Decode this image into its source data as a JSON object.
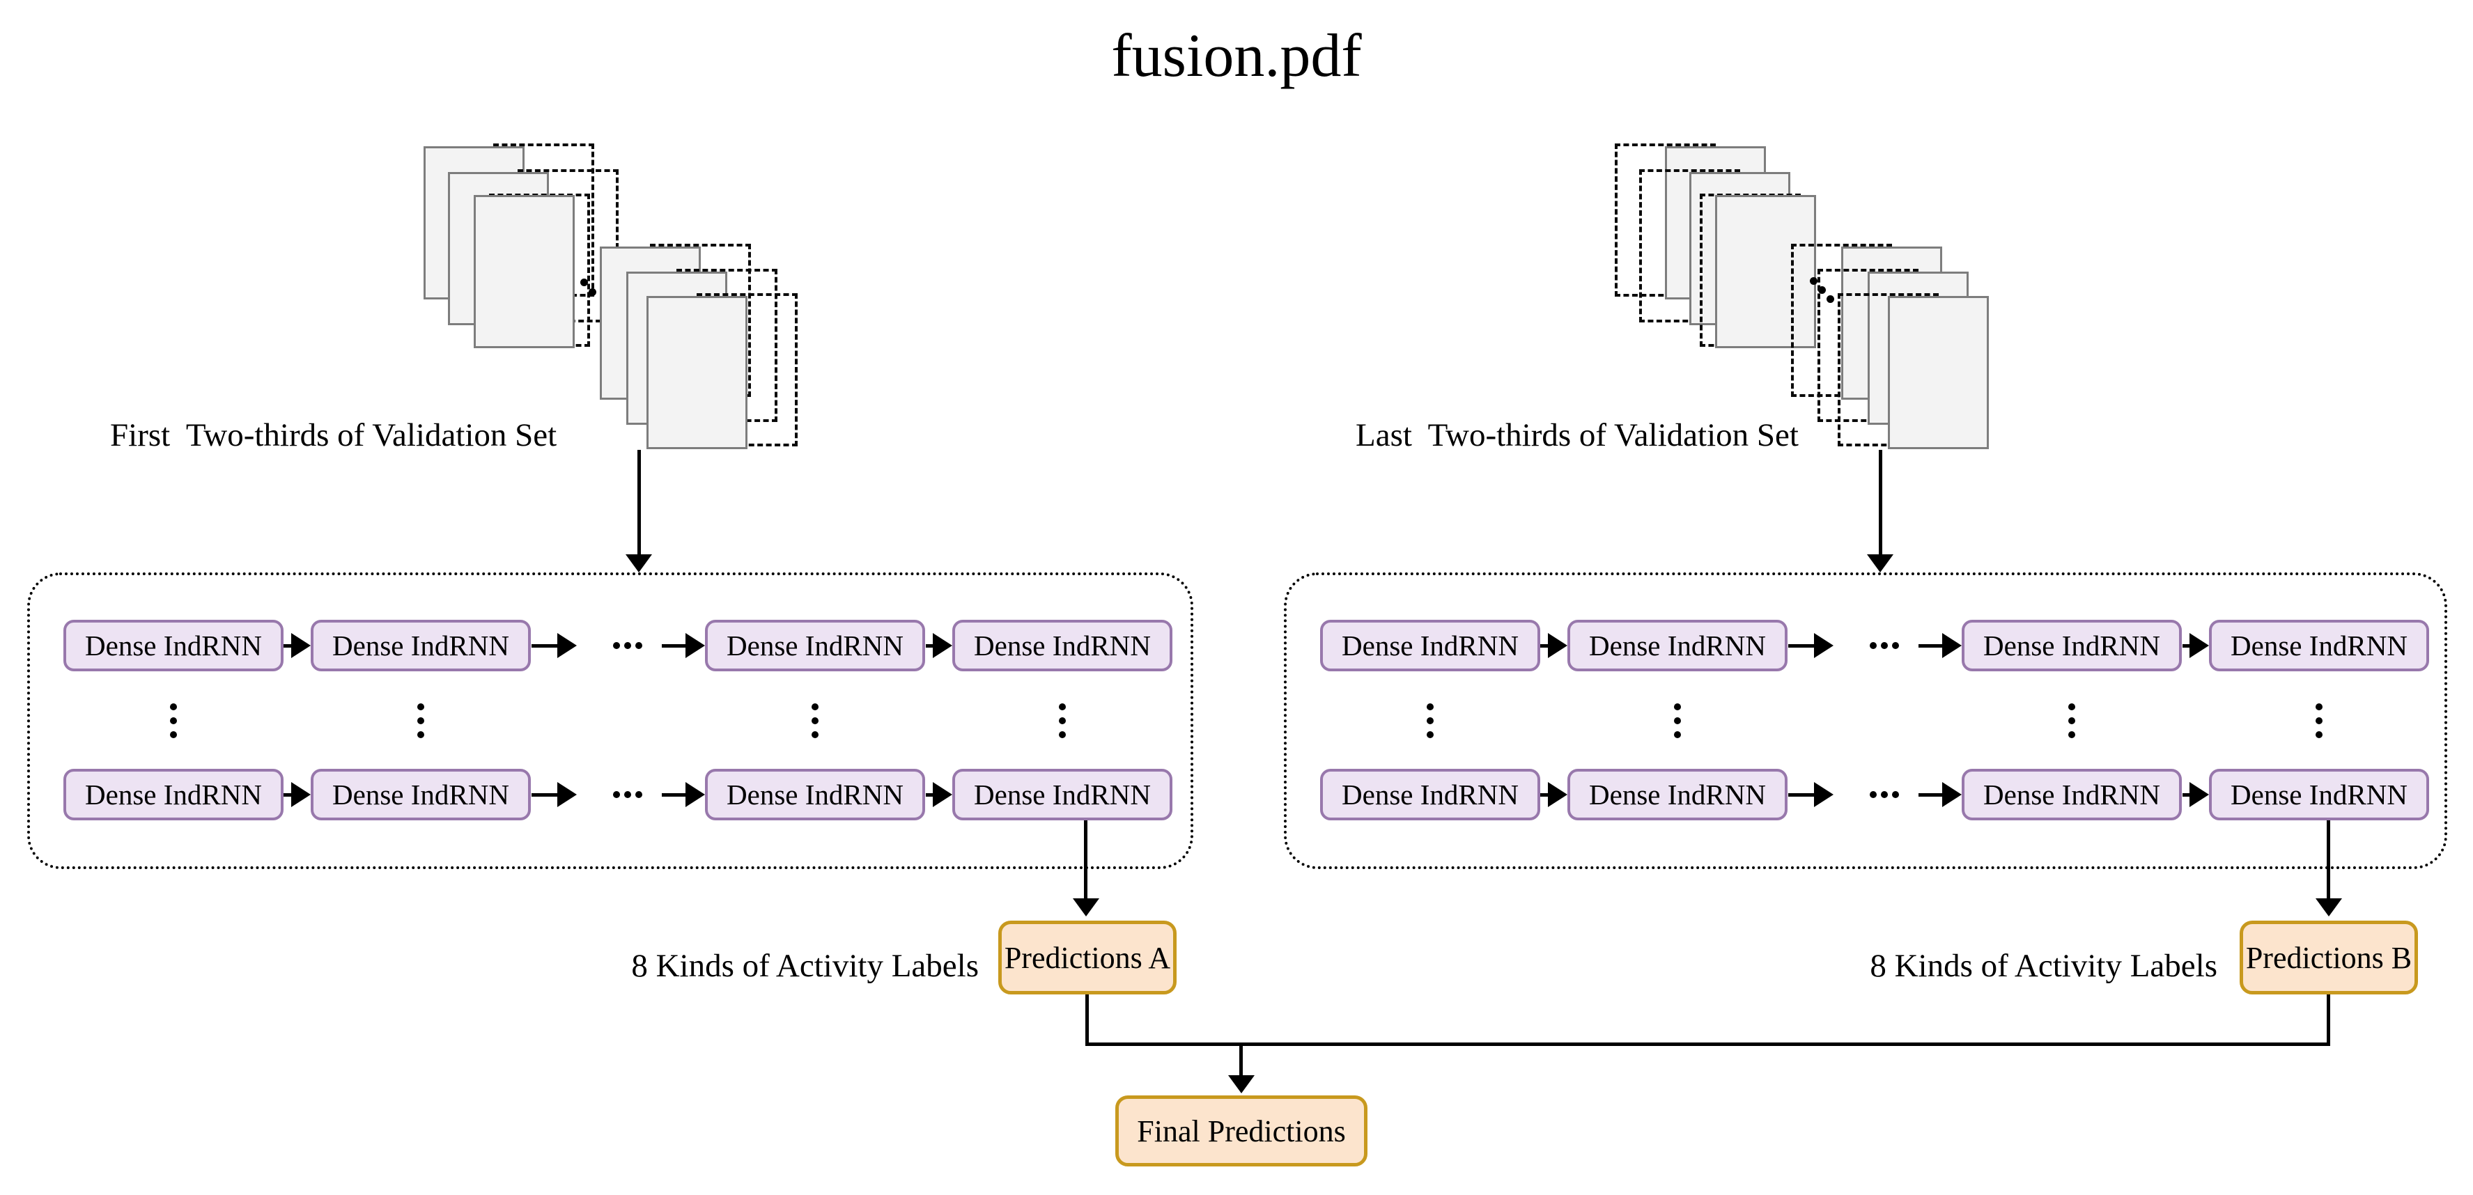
{
  "title": "fusion.pdf",
  "labels": {
    "dense": "Dense IndRNN",
    "input_left": "First  Two-thirds of Validation Set",
    "input_right": "Last  Two-thirds of Validation Set",
    "activity_left": "8 Kinds of Activity Labels",
    "activity_right": "8 Kinds of Activity Labels",
    "predictions_a": "Predictions A",
    "predictions_b": "Predictions B",
    "final": "Final Predictions"
  },
  "colors": {
    "dense_fill": "#ede3f3",
    "dense_border": "#9878ac",
    "pred_fill": "#fce4cd",
    "pred_border": "#c8991e",
    "page_fill": "#f3f3f3",
    "page_border": "#7d7d7d",
    "line": "#000000"
  }
}
